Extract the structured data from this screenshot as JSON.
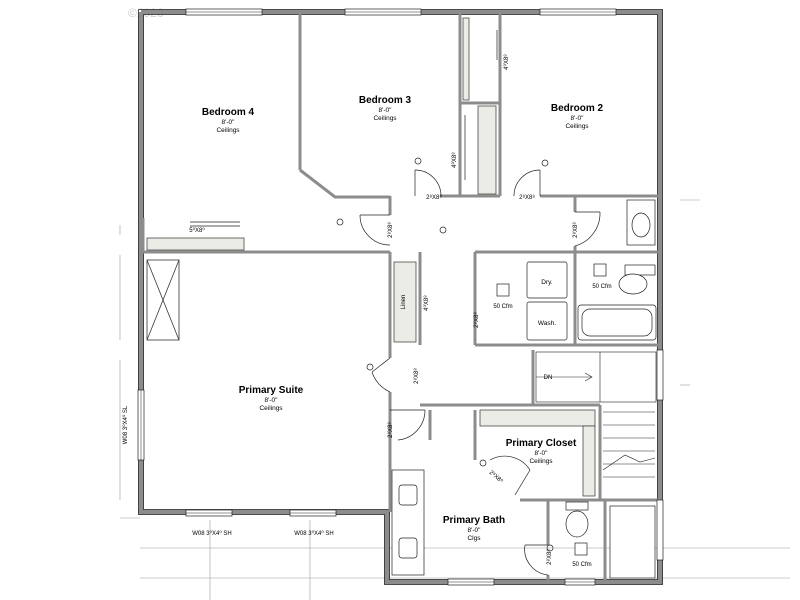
{
  "watermark": "©2026",
  "rooms": {
    "bedroom4": {
      "name": "Bedroom 4",
      "height": "8'-0\"",
      "ceiling": "Ceilings"
    },
    "bedroom3": {
      "name": "Bedroom 3",
      "height": "8'-0\"",
      "ceiling": "Ceilings"
    },
    "bedroom2": {
      "name": "Bedroom 2",
      "height": "8'-0\"",
      "ceiling": "Ceilings"
    },
    "primary_suite": {
      "name": "Primary Suite",
      "height": "8'-0\"",
      "ceiling": "Ceilings"
    },
    "primary_closet": {
      "name": "Primary Closet",
      "height": "8'-0\"",
      "ceiling": "Ceilings"
    },
    "primary_bath": {
      "name": "Primary Bath",
      "height": "8'-0\"",
      "ceiling": "Clgs"
    }
  },
  "labels": {
    "dryer": "Dry.",
    "washer": "Wash.",
    "fan_laundry": "50 Cfm",
    "fan_hall_bath": "50 Cfm",
    "fan_primary_bath": "50 Cfm",
    "linen": "Linen",
    "stairs_dn": "DN",
    "window_primary_1": "W08 3⁰X4⁰ SH",
    "window_primary_2": "W08 3⁰X4⁰ SH",
    "window_side": "W08 3⁰X4⁰ SL"
  },
  "doors": {
    "bed4_closet": "5⁰X8⁰",
    "bed3": "2⁸X8⁸",
    "bed3_closet": "4⁰X8⁸",
    "bed2": "2⁸X8⁸",
    "bed2_closet": "4⁰X8⁸",
    "bed4": "2⁸X8⁸",
    "hall_bath": "2⁸X8⁸",
    "linen_door": "4⁰X8⁸",
    "laundry": "2⁸X8⁸",
    "primary_suite": "2⁸X8⁸",
    "primary_bath": "2⁸X8⁸",
    "primary_closet": "2⁸X8⁸",
    "wc": "2⁸X8⁸"
  }
}
